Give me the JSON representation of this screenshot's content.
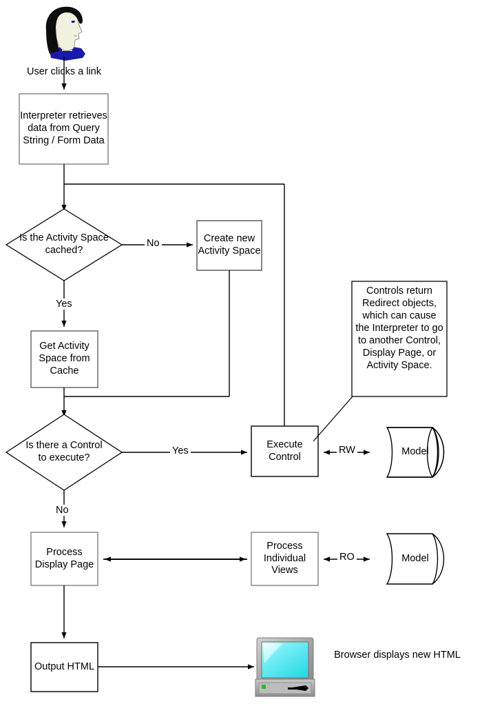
{
  "diagram": {
    "title": "Web Application Request Flow",
    "colors": {
      "stroke": "#000000",
      "box_stroke": "#666666",
      "background": "#ffffff",
      "hair": "#0d0d0d",
      "skin": "#f2f0de",
      "collar": "#1a1aa8",
      "monitor_bezel": "#9a9a9a",
      "monitor_bezel_light": "#c8c8c8",
      "screen_cyan": "#2fe4ee",
      "screen_light": "#e8ffff",
      "case_gray": "#a8a8a8",
      "led_green": "#2eb82e",
      "slot_black": "#000000"
    },
    "nodes": {
      "user_actor": {
        "caption": "User clicks a link",
        "icon": "person-profile-icon"
      },
      "interpreter": {
        "label": "Interpreter retrieves data from Query String / Form Data",
        "shape": "process"
      },
      "is_cached": {
        "label": "Is the Activity Space cached?",
        "shape": "decision"
      },
      "create_space": {
        "label": "Create new Activity Space",
        "shape": "process"
      },
      "get_cached": {
        "label": "Get Activity Space from Cache",
        "shape": "process"
      },
      "has_control": {
        "label": "Is there a Control to execute?",
        "shape": "decision"
      },
      "execute_control": {
        "label": "Execute Control",
        "shape": "process"
      },
      "model_rw": {
        "label": "Model",
        "shape": "cylinder"
      },
      "process_display": {
        "label": "Process Display Page",
        "shape": "process"
      },
      "process_views": {
        "label": "Process Individual Views",
        "shape": "process"
      },
      "model_ro": {
        "label": "Model",
        "shape": "cylinder"
      },
      "output_html": {
        "label": "Output HTML",
        "shape": "process"
      },
      "browser": {
        "caption": "Browser displays new HTML",
        "icon": "desktop-computer-icon"
      }
    },
    "note": {
      "text": "Controls return Redirect objects, which can cause the Interpreter to go to another Control, Display Page, or Activity Space.",
      "lines": [
        "Controls return",
        "Redirect objects,",
        "which can cause",
        "the Interpreter to",
        "go to another",
        "Control, Display",
        "Page, or Activity",
        "Space."
      ]
    },
    "edge_labels": {
      "cached_no": "No",
      "cached_yes": "Yes",
      "control_yes": "Yes",
      "control_no": "No",
      "model_rw": "RW",
      "model_ro": "RO"
    }
  }
}
